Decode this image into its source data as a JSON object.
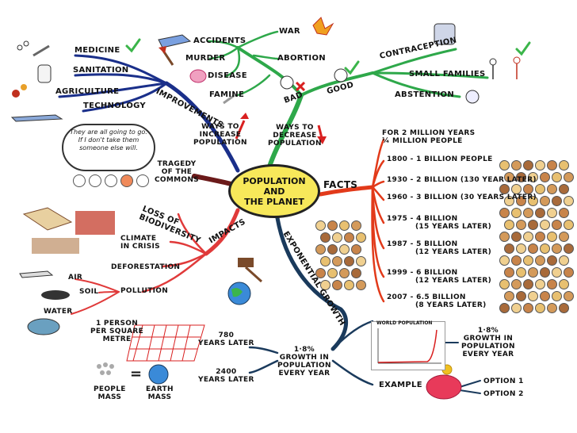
{
  "center": {
    "line1": "POPULATION",
    "line2": "AND",
    "line3": "THE PLANET"
  },
  "branches": {
    "improvements": {
      "title": "IMPROVEMENTS",
      "items": [
        "MEDICINE",
        "SANITATION",
        "AGRICULTURE",
        "TECHNOLOGY"
      ]
    },
    "ways_increase": {
      "line1": "WAYS TO",
      "line2": "INCREASE",
      "line3": "POPULATION"
    },
    "ways_decrease": {
      "line1": "WAYS TO",
      "line2": "DECREASE",
      "line3": "POPULATION"
    },
    "bad": {
      "title": "BAD",
      "items": [
        "ACCIDENTS",
        "MURDER",
        "DISEASE",
        "FAMINE",
        "WAR",
        "ABORTION"
      ]
    },
    "good": {
      "title": "GOOD",
      "items": [
        "CONTRACEPTION",
        "SMALL FAMILIES",
        "ABSTENTION"
      ]
    },
    "tragedy": {
      "line1": "TRAGEDY",
      "line2": "OF THE",
      "line3": "COMMONS"
    },
    "speech_bubble": "They are all going to go. If I don't take them someone else will.",
    "facts": {
      "title": "FACTS",
      "items": [
        {
          "l1": "FOR 2 MILLION YEARS",
          "l2": "¼ MILLION PEOPLE"
        },
        {
          "l1": "1800 - 1 BILLION PEOPLE",
          "l2": ""
        },
        {
          "l1": "1930 - 2 BILLION (130 YEAR LATER)",
          "l2": ""
        },
        {
          "l1": "1960 - 3 BILLION (30 YEARS LATER)",
          "l2": ""
        },
        {
          "l1": "1975 - 4 BILLION",
          "l2": "(15 YEARS LATER)"
        },
        {
          "l1": "1987 - 5 BILLION",
          "l2": "(12 YEARS LATER)"
        },
        {
          "l1": "1999 - 6 BILLION",
          "l2": "(12 YEARS LATER)"
        },
        {
          "l1": "2007 - 6.5 BILLION",
          "l2": "(8 YEARS LATER)"
        }
      ]
    },
    "impacts": {
      "title": "IMPACTS",
      "loss": "LOSS OF BIODIVERSITY",
      "climate": {
        "line1": "CLIMATE",
        "line2": "IN CRISIS"
      },
      "deforestation": "DEFORESTATION",
      "pollution": "POLLUTION",
      "pollution_items": [
        "AIR",
        "SOIL",
        "WATER"
      ]
    },
    "exponential": {
      "title": "EXPONENTIAL GROWTH",
      "growth_center": {
        "line1": "1·8%",
        "line2": "GROWTH IN",
        "line3": "POPULATION",
        "line4": "EVERY YEAR"
      },
      "years780": {
        "line1": "780",
        "line2": "YEARS LATER"
      },
      "years2400": {
        "line1": "2400",
        "line2": "YEARS LATER"
      },
      "person": {
        "line1": "1 PERSON",
        "line2": "PER SQUARE",
        "line3": "METRE"
      },
      "people_mass": {
        "line1": "PEOPLE",
        "line2": "MASS"
      },
      "earth_mass": {
        "line1": "EARTH",
        "line2": "MASS"
      },
      "equals": "=",
      "world_pop_title": "WORLD POPULATION",
      "growth_right": {
        "line1": "1·8%",
        "line2": "GROWTH IN",
        "line3": "POPULATION",
        "line4": "EVERY YEAR"
      },
      "example": "EXAMPLE",
      "options": [
        "OPTION 1",
        "OPTION 2"
      ]
    }
  },
  "colors": {
    "improvements": "#1a2f8a",
    "bad_good": "#2ea84a",
    "decrease_arrow": "#d92020",
    "tragedy": "#6b1a1a",
    "facts": "#e23a1a",
    "impacts": "#e03a3a",
    "exponential": "#1a3a5c",
    "center_fill": "#f7e85a",
    "checkmark": "#3bb54a"
  }
}
